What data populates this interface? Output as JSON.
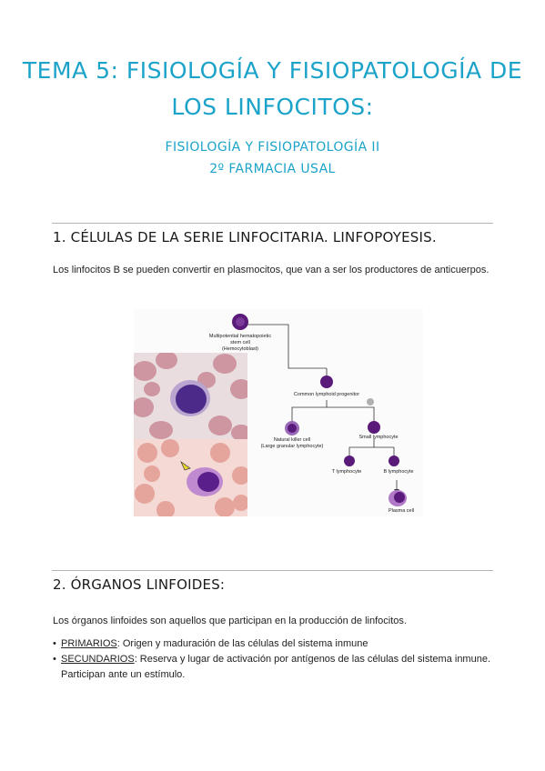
{
  "header": {
    "title_line1": "TEMA 5: FISIOLOGÍA Y FISIOPATOLOGÍA DE",
    "title_line2": "LOS LINFOCITOS:",
    "subtitle_line1": "FISIOLOGÍA Y FISIOPATOLOGÍA II",
    "subtitle_line2": "2º FARMACIA USAL"
  },
  "section1": {
    "heading": "1.    CÉLULAS DE LA SERIE LINFOCITARIA. LINFOPOYESIS.",
    "paragraph": "Los linfocitos B se pueden convertir en plasmocitos, que van a ser los productores de anticuerpos."
  },
  "figure": {
    "labels": {
      "stem1": "Multipotential hematopoietic",
      "stem2": "stem cell",
      "stem3": "(Hemocytoblast)",
      "progenitor": "Common lymphoid progenitor",
      "nk1": "Natural killer cell",
      "nk2": "(Large granular lymphocyte)",
      "small": "Small lymphocyte",
      "t": "T lymphocyte",
      "b": "B lymphocyte",
      "plasma": "Plasma cell"
    },
    "colors": {
      "cell": "#5a1a7a",
      "cell_light": "#8a4aa8",
      "line": "#333333"
    }
  },
  "section2": {
    "heading": "2. ÓRGANOS LINFOIDES:",
    "paragraph": "Los órganos linfoides son aquellos que participan en la producción de linfocitos.",
    "bullets": [
      {
        "term": "PRIMARIOS",
        "text": ": Origen y maduración de las células del sistema inmune"
      },
      {
        "term": "SECUNDARIOS",
        "text": ": Reserva y lugar de activación por antígenos de las células del sistema inmune."
      }
    ],
    "bullet_continuation": "Participan ante un estímulo."
  },
  "colors": {
    "accent": "#1ba3c9",
    "rule": "#b3b3b3"
  }
}
